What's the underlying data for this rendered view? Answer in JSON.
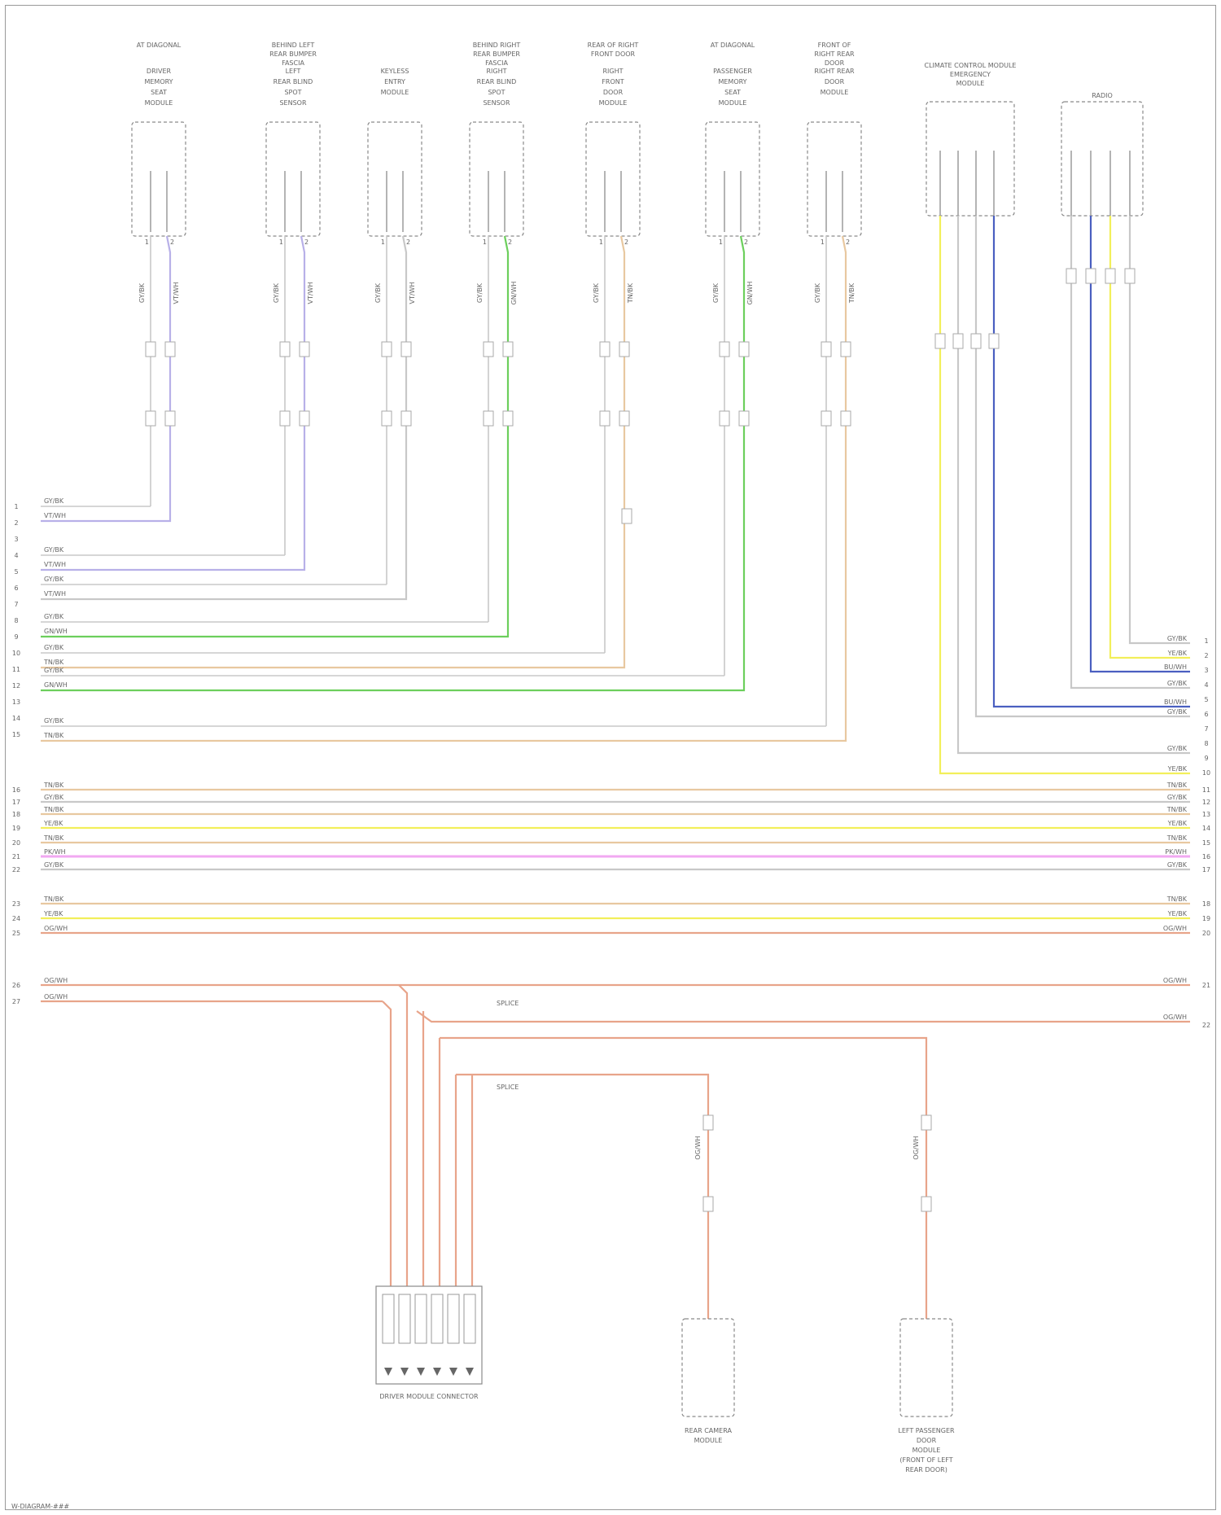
{
  "diagram": {
    "watermark": "W-DIAGRAM-###",
    "wire_colors": {
      "violet": "#b8b0e8",
      "blue": "#4a5fc0",
      "green": "#6ccf5c",
      "yellow": "#f2ef5a",
      "tan": "#e8c8a0",
      "pink": "#f2a8f2",
      "orange": "#e8a48a",
      "gray": "#c8c8c8"
    },
    "top_components": [
      {
        "id": "c1",
        "note": "AT DIAGONAL",
        "title": "DRIVER PASSENGER SEAT MODULE"
      },
      {
        "id": "c2",
        "note": "BEHIND LEFT REAR BUMPER",
        "title": "LEFT REAR BLIND SPOT SENSOR"
      },
      {
        "id": "c3",
        "note": "",
        "title": "KEYLESS ENTRY MODULE"
      },
      {
        "id": "c4",
        "note": "BEHIND RIGHT REAR BUMPER",
        "title": "RIGHT REAR BLIND SPOT SENSOR"
      },
      {
        "id": "c5",
        "note": "REAR OF RIGHT FRONT DOOR",
        "title": "RIGHT FRONT DOOR MODULE"
      },
      {
        "id": "c6",
        "note": "AT DIAGONAL",
        "title": "PASSENGER MEMORY SEAT MODULE"
      },
      {
        "id": "c7",
        "note": "FRONT OF RIGHT REAR DOOR",
        "title": "RIGHT REAR DOOR MODULE"
      },
      {
        "id": "c8",
        "note": "",
        "title": "CONTROL MODULE EMERGENCY COMMUNICATION MODULE"
      },
      {
        "id": "c9",
        "note": "",
        "title": "RADIO"
      }
    ],
    "bottom_components": [
      {
        "id": "b1",
        "title": "DRIVER MODULE CONNECTOR"
      },
      {
        "id": "b2",
        "title": "REAR CAMERA MODULE"
      },
      {
        "id": "b3",
        "title": "LEFT PASSENGER DOOR MODULE"
      }
    ],
    "wire_labels": {
      "violet": "VT/WH",
      "blue": "BU/WH",
      "green": "GN/WH",
      "yellow": "YE/BK",
      "tan": "TN/BK",
      "pink": "PK/WH",
      "orange": "OG/WH",
      "gray": "GY/BK"
    }
  }
}
